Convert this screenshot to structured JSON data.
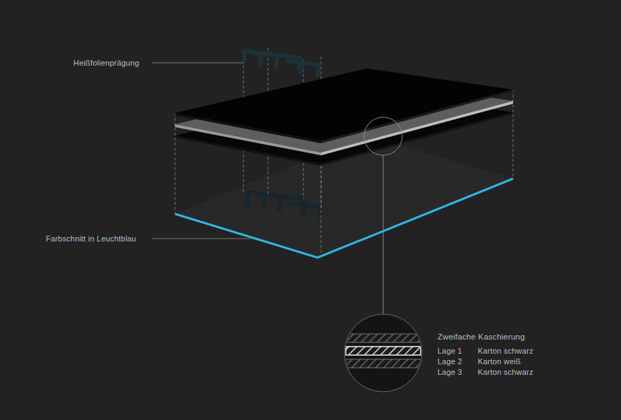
{
  "diagram": {
    "labels": [
      "Heißfolienprägung",
      "Farbschnitt in Leuchtblau",
      "Zweifache Kaschierung",
      "Lage 1",
      "Karton schwarz",
      "Lage 2",
      "Karton weiß",
      "Lage 3",
      "Karton schwarz"
    ]
  }
}
